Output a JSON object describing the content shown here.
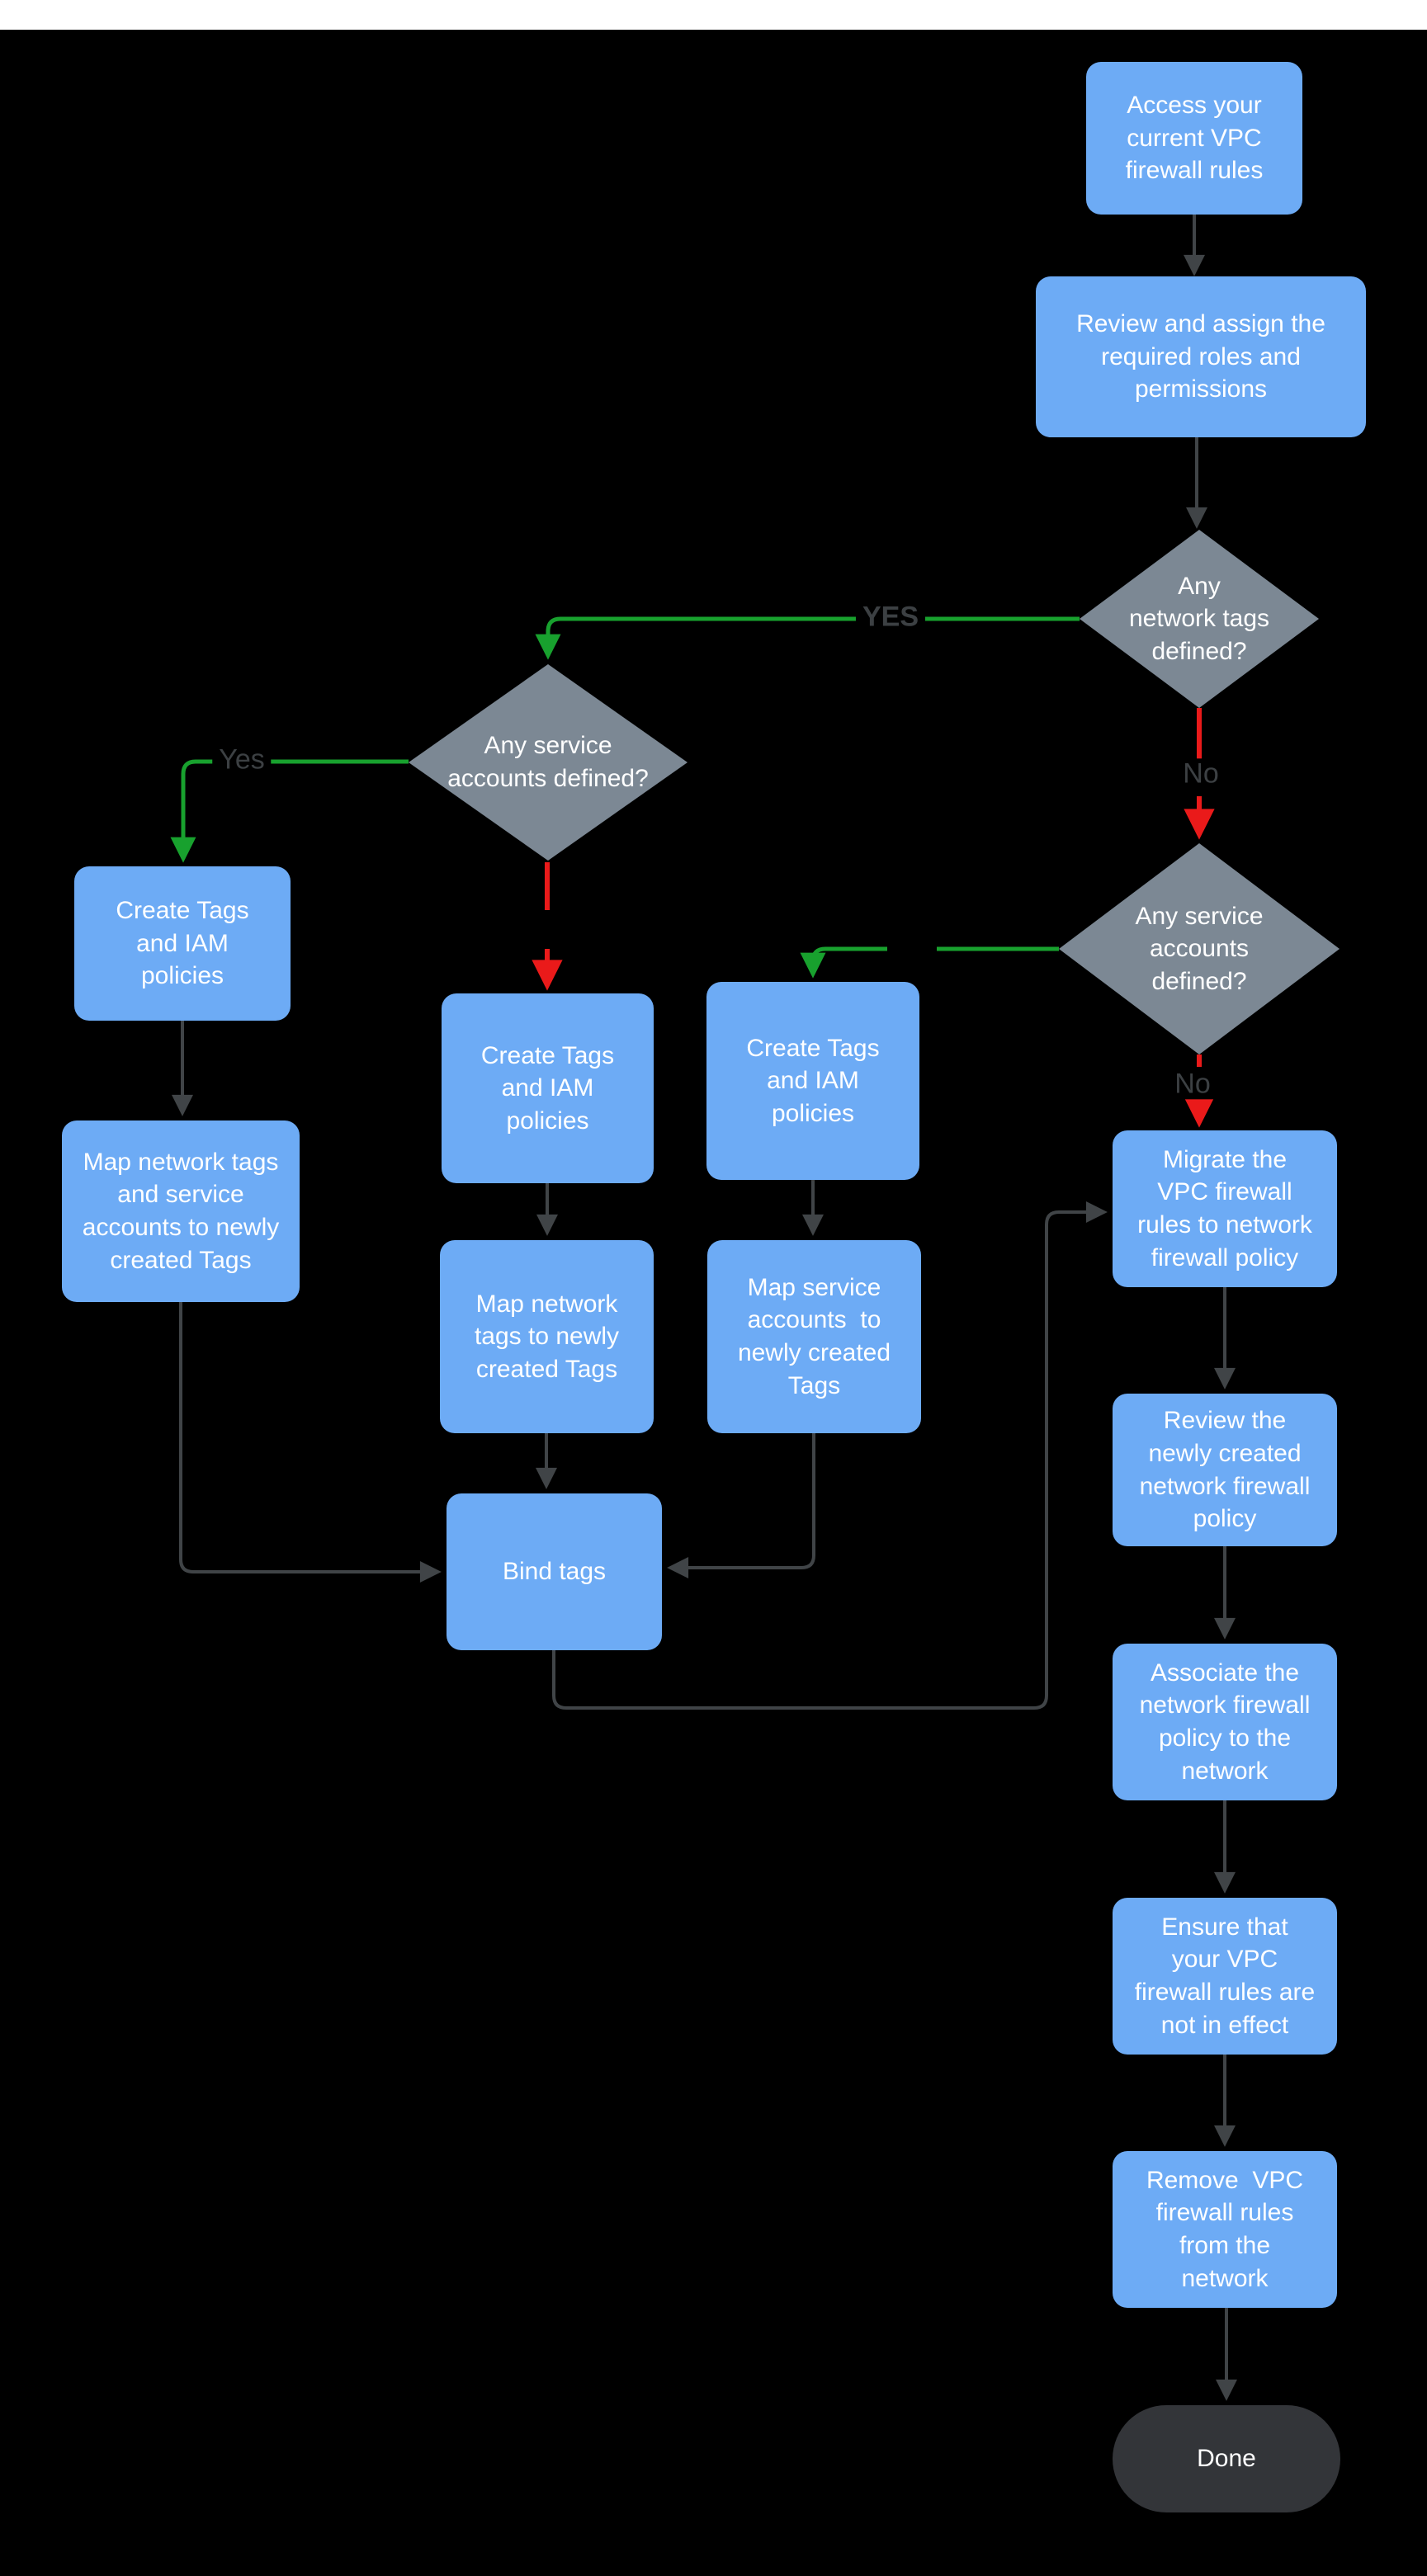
{
  "page": {
    "top_strip_color": "#ffffff",
    "background_color": "#000000"
  },
  "palette": {
    "process_fill": "#6dabf5",
    "decision_fill": "#7c8894",
    "terminal_fill": "#333539",
    "node_text_color": "#ffffff",
    "edge_color": "#404447",
    "edge_yes_color": "#18a12e",
    "edge_no_color": "#ea1a1a",
    "edge_label_color": "#3c4043"
  },
  "nodes": {
    "access": {
      "type": "process",
      "label": "Access your\ncurrent VPC\nfirewall rules"
    },
    "review_roles": {
      "type": "process",
      "label": "Review and assign the\nrequired roles and\npermissions"
    },
    "any_network_tags": {
      "type": "decision",
      "label": "Any\nnetwork tags\ndefined?"
    },
    "any_service_accounts_left": {
      "type": "decision",
      "label": "Any service\naccounts defined?"
    },
    "any_service_accounts_right": {
      "type": "decision",
      "label": "Any service\naccounts\ndefined?"
    },
    "create_tags_left": {
      "type": "process",
      "label": "Create Tags\nand IAM\npolicies"
    },
    "create_tags_mid": {
      "type": "process",
      "label": "Create Tags\nand IAM\npolicies"
    },
    "create_tags_right": {
      "type": "process",
      "label": "Create Tags\nand IAM\npolicies"
    },
    "map_both": {
      "type": "process",
      "label": "Map network tags\nand service\naccounts to newly\ncreated Tags"
    },
    "map_network_tags": {
      "type": "process",
      "label": "Map network\ntags to newly\ncreated Tags"
    },
    "map_service_accounts": {
      "type": "process",
      "label": "Map service\naccounts  to\nnewly created\nTags"
    },
    "bind_tags": {
      "type": "process",
      "label": "Bind tags"
    },
    "migrate": {
      "type": "process",
      "label": "Migrate the\nVPC firewall\nrules to network\nfirewall policy"
    },
    "review_policy": {
      "type": "process",
      "label": "Review the\nnewly created\nnetwork firewall\npolicy"
    },
    "associate": {
      "type": "process",
      "label": "Associate the\nnetwork firewall\npolicy to the\nnetwork"
    },
    "ensure": {
      "type": "process",
      "label": "Ensure that\nyour VPC\nfirewall rules are\nnot in effect"
    },
    "remove": {
      "type": "process",
      "label": "Remove  VPC\nfirewall rules\nfrom the\nnetwork"
    },
    "done": {
      "type": "terminal",
      "label": "Done"
    }
  },
  "edge_labels": {
    "yes_network_tags": "YES",
    "yes_service_accounts": "Yes",
    "no_network_tags": "No",
    "no_service_accounts": "No"
  },
  "edges": [
    {
      "from": "access",
      "to": "review_roles",
      "color": "dark"
    },
    {
      "from": "review_roles",
      "to": "any_network_tags",
      "color": "dark"
    },
    {
      "from": "any_network_tags",
      "to": "any_service_accounts_left",
      "label": "YES",
      "color": "green"
    },
    {
      "from": "any_network_tags",
      "to": "any_service_accounts_right",
      "label": "No",
      "color": "red"
    },
    {
      "from": "any_service_accounts_left",
      "to": "create_tags_left",
      "label": "Yes",
      "color": "green"
    },
    {
      "from": "any_service_accounts_left",
      "to": "create_tags_mid",
      "color": "red"
    },
    {
      "from": "any_service_accounts_right",
      "to": "create_tags_right",
      "color": "green"
    },
    {
      "from": "any_service_accounts_right",
      "to": "migrate",
      "label": "No",
      "color": "red"
    },
    {
      "from": "create_tags_left",
      "to": "map_both",
      "color": "dark"
    },
    {
      "from": "create_tags_mid",
      "to": "map_network_tags",
      "color": "dark"
    },
    {
      "from": "create_tags_right",
      "to": "map_service_accounts",
      "color": "dark"
    },
    {
      "from": "map_both",
      "to": "bind_tags",
      "color": "dark"
    },
    {
      "from": "map_network_tags",
      "to": "bind_tags",
      "color": "dark"
    },
    {
      "from": "map_service_accounts",
      "to": "bind_tags",
      "color": "dark"
    },
    {
      "from": "bind_tags",
      "to": "migrate",
      "color": "dark"
    },
    {
      "from": "migrate",
      "to": "review_policy",
      "color": "dark"
    },
    {
      "from": "review_policy",
      "to": "associate",
      "color": "dark"
    },
    {
      "from": "associate",
      "to": "ensure",
      "color": "dark"
    },
    {
      "from": "ensure",
      "to": "remove",
      "color": "dark"
    },
    {
      "from": "remove",
      "to": "done",
      "color": "dark"
    }
  ]
}
